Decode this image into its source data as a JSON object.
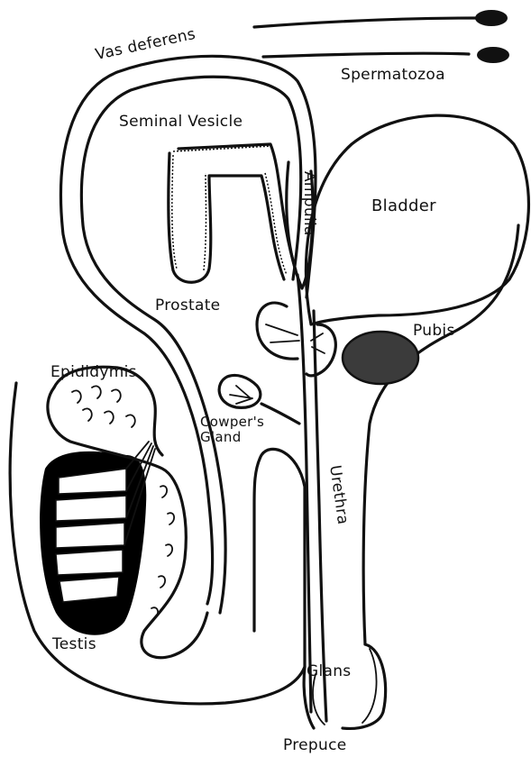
{
  "labels": {
    "vas_deferens": "Vas deferens",
    "spermatozoa": "Spermatozoa",
    "seminal_vesicle": "Seminal Vesicle",
    "ampulla": "Ampulla",
    "bladder": "Bladder",
    "prostate": "Prostate",
    "pubis": "Pubis",
    "epididymis": "Epididymis",
    "cowpers_gland": "Cowper's\nGland",
    "urethra": "Urethra",
    "testis": "Testis",
    "glans": "Glans",
    "prepuce": "Prepuce"
  },
  "colors": {
    "ink": "#111111",
    "paper": "#ffffff",
    "pubis_fill": "#3b3b3b",
    "testis_fill": "#000000"
  }
}
